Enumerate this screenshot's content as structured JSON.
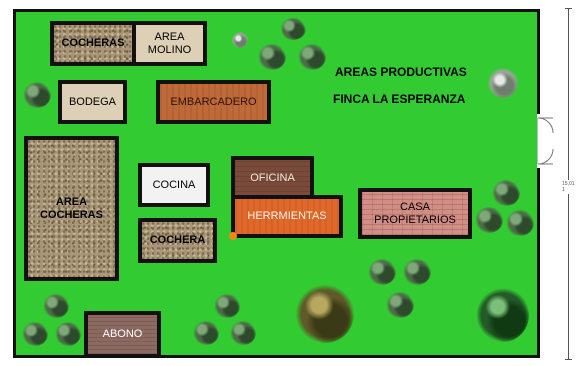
{
  "plan": {
    "title_line1": "AREAS PRODUCTIVAS",
    "title_line2": "FINCA LA ESPERANZA",
    "dimension_label": "15,01 1"
  },
  "buildings": {
    "cocheras": "COCHERAS",
    "area_molino": "AREA\nMOLINO",
    "bodega": "BODEGA",
    "embarcadero": "EMBARCADERO",
    "area_cocheras": "AREA\nCOCHERAS",
    "cocina": "COCINA",
    "oficina": "OFICINA",
    "herrmientas": "HERRMIENTAS",
    "casa_propietarios": "CASA\nPROPIETARIOS",
    "cochera": "COCHERA",
    "abono": "ABONO"
  },
  "colors": {
    "lawn": "#32cc32",
    "outline": "#111111",
    "marker": "#f28a10"
  },
  "icons": [
    "shrub-icon",
    "tree-icon",
    "door-swing-icon",
    "dimension-line-icon",
    "marker-icon"
  ]
}
